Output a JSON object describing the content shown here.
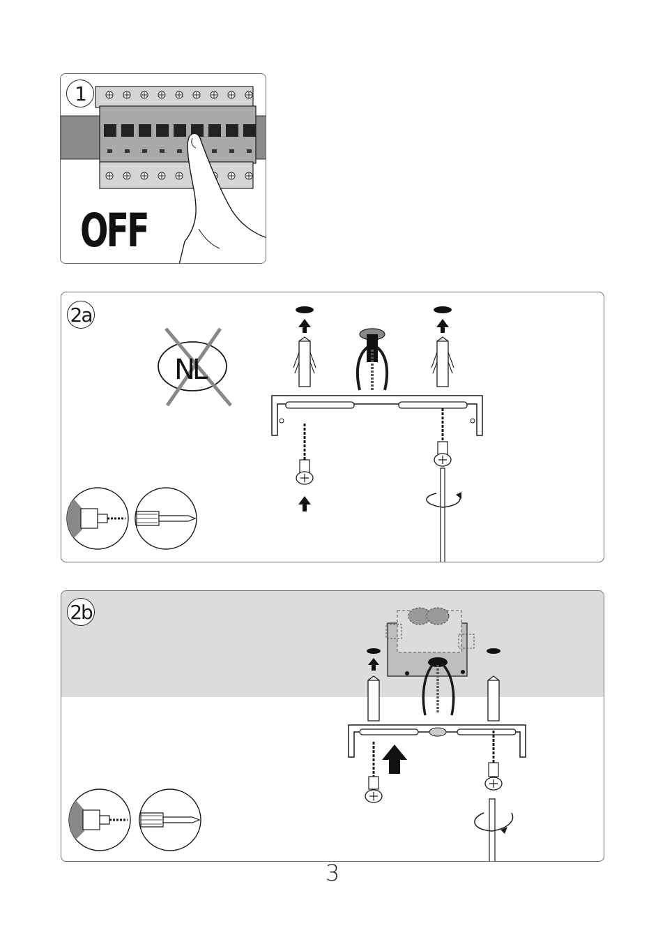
{
  "steps": {
    "step1": {
      "number": "1",
      "label": "OFF"
    },
    "step2a": {
      "number": "2a",
      "forbidden_label": "NL"
    },
    "step2b": {
      "number": "2b"
    }
  },
  "page": {
    "number": "3"
  },
  "icons": {
    "step1": [
      "circuit-breaker-icon",
      "finger-press-icon"
    ],
    "step2a": [
      "no-nl-icon",
      "wall-plug-icon",
      "screw-icon",
      "mounting-bracket-icon",
      "ceiling-wires-icon",
      "screwdriver-icon",
      "drill-tool-icon",
      "screwdriver-tool-icon",
      "rotate-arrow-icon"
    ],
    "step2b": [
      "junction-box-icon",
      "wall-plug-icon",
      "screw-icon",
      "mounting-bracket-icon",
      "push-up-arrow-icon",
      "screwdriver-icon",
      "drill-tool-icon",
      "screwdriver-tool-icon",
      "rotate-arrow-icon"
    ]
  },
  "colors": {
    "outline": "#6d6d6d",
    "ceiling": "#dcdcdc",
    "breaker": "#a9a9a9",
    "ink": "#1a1a1a"
  }
}
